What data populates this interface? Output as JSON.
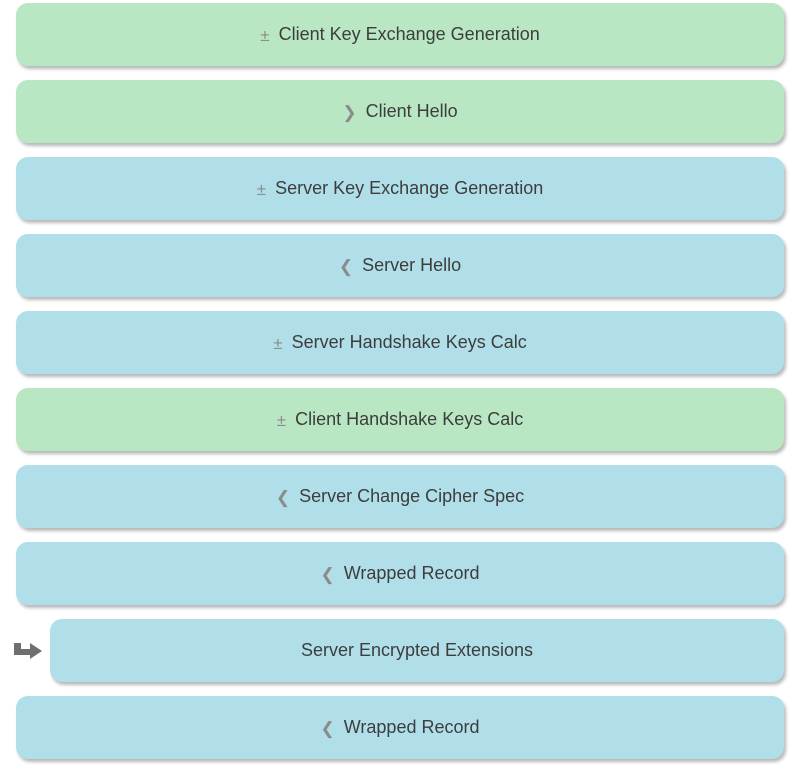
{
  "colors": {
    "page_background": "#ffffff",
    "client_bg": "#b9e7c4",
    "server_bg": "#b0dfe9",
    "text": "#3d3d3d",
    "symbol": "#8b8b8b",
    "pointer_arrow": "#6f6f6f"
  },
  "glyphs": {
    "plus-minus-icon": "±",
    "chevron-right-icon": "❯",
    "chevron-left-icon": "❮"
  },
  "rows": [
    {
      "label": "Client Key Exchange Generation",
      "side": "client",
      "icon": "plus-minus-icon",
      "indented": false,
      "pointer": false
    },
    {
      "label": "Client Hello",
      "side": "client",
      "icon": "chevron-right-icon",
      "indented": false,
      "pointer": false
    },
    {
      "label": "Server Key Exchange Generation",
      "side": "server",
      "icon": "plus-minus-icon",
      "indented": false,
      "pointer": false
    },
    {
      "label": "Server Hello",
      "side": "server",
      "icon": "chevron-left-icon",
      "indented": false,
      "pointer": false
    },
    {
      "label": "Server Handshake Keys Calc",
      "side": "server",
      "icon": "plus-minus-icon",
      "indented": false,
      "pointer": false
    },
    {
      "label": "Client Handshake Keys Calc",
      "side": "client",
      "icon": "plus-minus-icon",
      "indented": false,
      "pointer": false
    },
    {
      "label": "Server Change Cipher Spec",
      "side": "server",
      "icon": "chevron-left-icon",
      "indented": false,
      "pointer": false
    },
    {
      "label": "Wrapped Record",
      "side": "server",
      "icon": "chevron-left-icon",
      "indented": false,
      "pointer": false
    },
    {
      "label": "Server Encrypted Extensions",
      "side": "server",
      "icon": "",
      "indented": true,
      "pointer": true
    },
    {
      "label": "Wrapped Record",
      "side": "server",
      "icon": "chevron-left-icon",
      "indented": false,
      "pointer": false
    }
  ]
}
